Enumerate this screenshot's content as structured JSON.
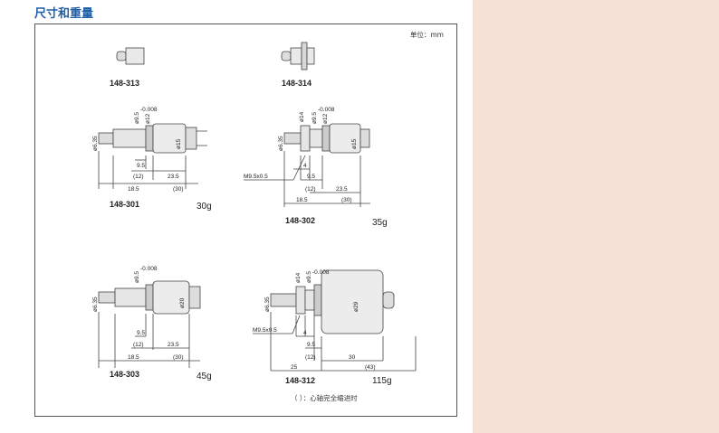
{
  "heading": "尺寸和重量",
  "unit_label": "单位：mm",
  "note": "（ ）：心轴完全缩进时",
  "models": [
    {
      "code": "148-313"
    },
    {
      "code": "148-314"
    },
    {
      "code": "148-301",
      "weight": "30g",
      "dims": [
        "ø9.5",
        "ø12",
        "ø15",
        "ø6.35",
        "9.5",
        "(12)",
        "23.5",
        "18.5",
        "(30)"
      ]
    },
    {
      "code": "148-302",
      "weight": "35g",
      "dims": [
        "ø14",
        "ø9.5",
        "ø12",
        "ø15",
        "ø6.35",
        "4",
        "9.5",
        "(12)",
        "23.5",
        "18.5",
        "(30)",
        "M9.5x0.5"
      ]
    },
    {
      "code": "148-303",
      "weight": "45g",
      "dims": [
        "ø9.5",
        "ø20",
        "ø6.35",
        "9.5",
        "(12)",
        "23.5",
        "18.5",
        "(30)"
      ]
    },
    {
      "code": "148-312",
      "weight": "115g",
      "dims": [
        "ø14",
        "ø9.5",
        "ø29",
        "ø6.35",
        "4",
        "9.5",
        "(12)",
        "30",
        "25",
        "(43)",
        "M9.5x0.5"
      ]
    }
  ],
  "tol": "-0.008"
}
